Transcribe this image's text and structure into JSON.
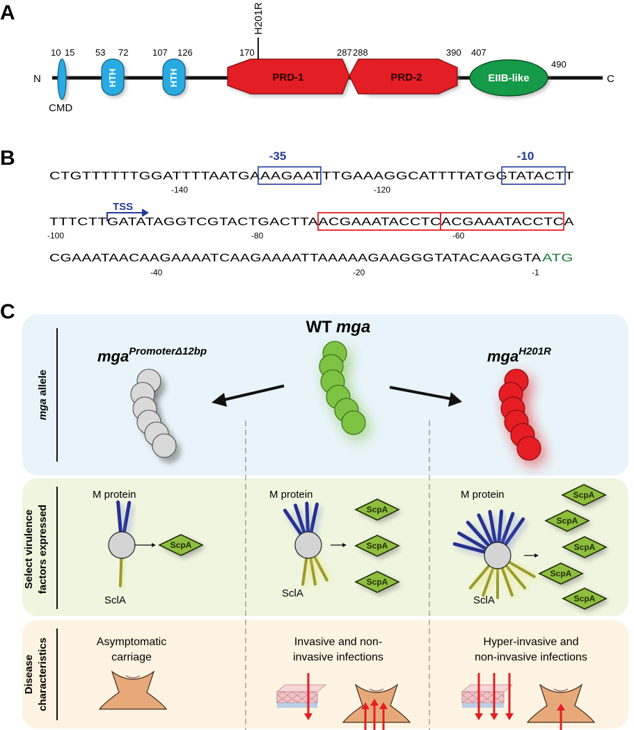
{
  "panel_a": {
    "letter": "A",
    "n_label": "N",
    "c_label": "C",
    "mutation_label": "H201R",
    "domains": [
      {
        "label": "CMD",
        "start": "10",
        "end": "15"
      },
      {
        "label": "HTH",
        "start": "53",
        "end": "72"
      },
      {
        "label": "HTH",
        "start": "107",
        "end": "126"
      },
      {
        "label": "PRD-1",
        "start": "170",
        "end": "287"
      },
      {
        "label": "PRD-2",
        "start": "288",
        "end": "390"
      },
      {
        "label": "EIIB-like",
        "start": "407",
        "end": "490"
      }
    ],
    "colors": {
      "hth": "#29aae1",
      "prd": "#e31e24",
      "eiib": "#149a48"
    }
  },
  "panel_b": {
    "letter": "B",
    "line1": "CTGTTTTTTGGATTTTAATGAAAGAATTTGAAAGGCATTTTATGGTATACTT",
    "line2": "TTTCTTGATATAGGTCGTACTGACTTAACGAAATACCTCACGAAATACCTCA",
    "line3_main": "CGAAATAACAAGAAAATCAAGAAAATTAAAAAGAAGGGTATACAAGGTA",
    "line3_start": "ATG",
    "box_35": "-35",
    "box_10": "-10",
    "tss": "TSS",
    "ticks_line1": [
      "-140",
      "-120"
    ],
    "ticks_line2": [
      "-100",
      "-80",
      "-60"
    ],
    "ticks_line3": [
      "-40",
      "-20",
      "-1"
    ]
  },
  "panel_c": {
    "letter": "C",
    "wt_title": "WT",
    "gene": "mga",
    "left_allele_base": "mga",
    "left_allele_sup": "PromoterΔ12bp",
    "right_allele_base": "mga",
    "right_allele_sup": "H201R",
    "row1_label_italic": "mga",
    "row1_label_rest": " allele",
    "row2_label_line1": "Select virulence",
    "row2_label_line2": "factors expressed",
    "row3_label_line1": "Disease",
    "row3_label_line2": "characteristics",
    "m_protein": "M protein",
    "scla": "SclA",
    "scpa": "ScpA",
    "disease": {
      "left": [
        "Asymptomatic",
        "carriage"
      ],
      "middle": [
        "Invasive and non-",
        "invasive infections"
      ],
      "right": [
        "Hyper-invasive and",
        "non-invasive infections"
      ]
    },
    "colors": {
      "row1": "#e8f4f9",
      "row2": "#eff5df",
      "row3": "#fdf3e2",
      "wt": "#7dc242",
      "mutant": "#e61e24",
      "null": "#d9d9d9"
    }
  }
}
